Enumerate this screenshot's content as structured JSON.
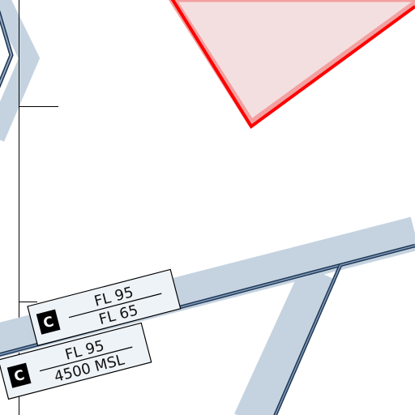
{
  "colors": {
    "background": "#ffffff",
    "airspace_band": "#c5d3e0",
    "airspace_edge": "#1f3553",
    "restricted_fill": "#f4dfe0",
    "restricted_edge": "#ff0000",
    "restricted_halo": "#f3a0a0",
    "label_box": "#eef3f8",
    "class_badge": "#000000"
  },
  "labels": [
    {
      "class": "C",
      "upper": "FL 95",
      "lower": "FL 65"
    },
    {
      "class": "C",
      "upper": "FL 95",
      "lower": "4500 MSL"
    }
  ]
}
